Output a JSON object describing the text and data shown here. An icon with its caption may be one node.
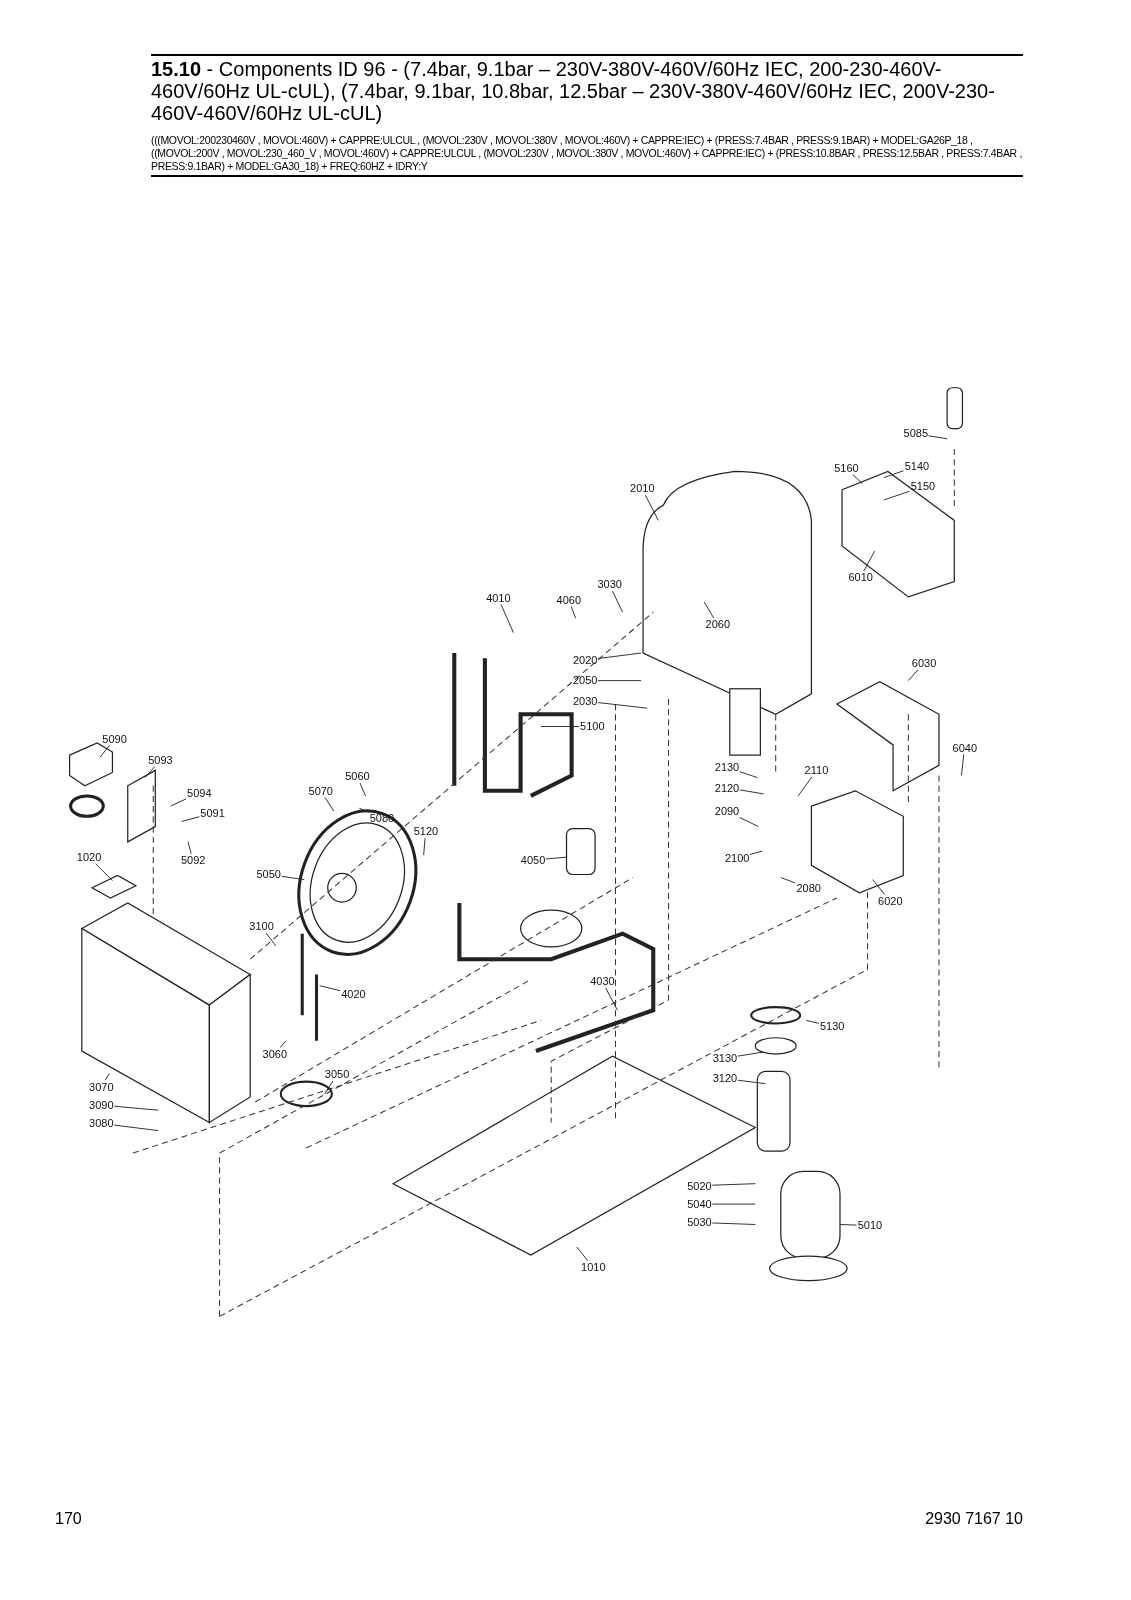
{
  "diagram": {
    "title": "**15.10** - Components ID 96 - (7.4bar, 9.1bar – 230V-380V-460V/60Hz IEC, 200-230-460V-460V/60Hz UL-cUL), (7.4bar, 9.1bar, 10.8bar, 12.5bar – 230V-380V-460V/60Hz IEC, 200V-230-460V-460V/60Hz UL-cUL)",
    "nodes": [
      {
        "text": [
          "5085"
        ]
      },
      {
        "text": [
          "5160"
        ]
      },
      {
        "text": [
          "5140"
        ]
      },
      {
        "text": [
          "5150"
        ]
      },
      {
        "text": [
          "2010"
        ]
      },
      {
        "text": [
          "6010"
        ]
      },
      {
        "text": [
          "3030"
        ]
      },
      {
        "text": [
          "4010"
        ]
      },
      {
        "text": [
          "4060"
        ]
      },
      {
        "text": [
          "2060"
        ]
      },
      {
        "text": [
          "2020"
        ]
      },
      {
        "text": [
          "2050"
        ]
      },
      {
        "text": [
          "2030"
        ]
      },
      {
        "text": [
          "6030"
        ]
      },
      {
        "text": [
          "5100"
        ]
      },
      {
        "text": [
          "5090"
        ]
      },
      {
        "text": [
          "5093"
        ]
      },
      {
        "text": [
          "6040"
        ]
      },
      {
        "text": [
          "5060"
        ]
      },
      {
        "text": [
          "5070"
        ]
      },
      {
        "text": [
          "2130"
        ]
      },
      {
        "text": [
          "2110"
        ]
      },
      {
        "text": [
          "5094"
        ]
      },
      {
        "text": [
          "2120"
        ]
      },
      {
        "text": [
          "5080"
        ]
      },
      {
        "text": [
          "2090"
        ]
      },
      {
        "text": [
          "5091"
        ]
      },
      {
        "text": [
          "5120"
        ]
      },
      {
        "text": [
          "1020"
        ]
      },
      {
        "text": [
          "5092"
        ]
      },
      {
        "text": [
          "2100"
        ]
      },
      {
        "text": [
          "4050"
        ]
      },
      {
        "text": [
          "5050"
        ]
      },
      {
        "text": [
          "2080"
        ]
      },
      {
        "text": [
          "6020"
        ]
      },
      {
        "text": [
          "3100"
        ]
      },
      {
        "text": [
          "4030"
        ]
      },
      {
        "text": [
          "4020"
        ]
      },
      {
        "text": [
          "5130"
        ]
      },
      {
        "text": [
          "3060"
        ]
      },
      {
        "text": [
          "3130"
        ]
      },
      {
        "text": [
          "3120"
        ]
      },
      {
        "text": [
          "3050"
        ]
      },
      {
        "text": [
          "3070"
        ]
      },
      {
        "text": [
          "3090"
        ]
      },
      {
        "text": [
          "3080"
        ]
      },
      {
        "text": [
          "5020"
        ]
      },
      {
        "text": [
          "5040"
        ]
      },
      {
        "text": [
          "5030"
        ]
      },
      {
        "text": [
          "5010"
        ]
      },
      {
        "text": [
          "1010"
        ]
      }
    ],
    "edges": [
      {
        "from": 0,
        "to": null,
        "arrow": "none"
      },
      {
        "from": 1,
        "to": null,
        "arrow": "none"
      },
      {
        "from": 2,
        "to": null,
        "arrow": "none"
      },
      {
        "from": 3,
        "to": null,
        "arrow": "none"
      },
      {
        "from": 4,
        "to": null,
        "arrow": "none"
      },
      {
        "from": 5,
        "to": null,
        "arrow": "none"
      },
      {
        "from": 6,
        "to": null,
        "arrow": "none"
      },
      {
        "from": 7,
        "to": null,
        "arrow": "none"
      },
      {
        "from": 8,
        "to": null,
        "arrow": "none"
      },
      {
        "from": 9,
        "to": null,
        "arrow": "none"
      },
      {
        "from": 10,
        "to": null,
        "arrow": "none"
      },
      {
        "from": 11,
        "to": null,
        "arrow": "none"
      },
      {
        "from": 12,
        "to": null,
        "arrow": "none"
      },
      {
        "from": 13,
        "to": null,
        "arrow": "none"
      },
      {
        "from": 14,
        "to": null,
        "arrow": "none"
      },
      {
        "from": 15,
        "to": null,
        "arrow": "none"
      },
      {
        "from": 16,
        "to": null,
        "arrow": "none"
      },
      {
        "from": 17,
        "to": null,
        "arrow": "none"
      },
      {
        "from": 18,
        "to": null,
        "arrow": "none"
      },
      {
        "from": 19,
        "to": null,
        "arrow": "none"
      },
      {
        "from": 20,
        "to": null,
        "arrow": "none"
      },
      {
        "from": 21,
        "to": null,
        "arrow": "none"
      },
      {
        "from": 22,
        "to": null,
        "arrow": "none"
      },
      {
        "from": 23,
        "to": null,
        "arrow": "none"
      },
      {
        "from": 24,
        "to": null,
        "arrow": "none"
      },
      {
        "from": 25,
        "to": null,
        "arrow": "none"
      },
      {
        "from": 26,
        "to": null,
        "arrow": "none"
      },
      {
        "from": 27,
        "to": null,
        "arrow": "none"
      },
      {
        "from": 28,
        "to": null,
        "arrow": "none"
      },
      {
        "from": 29,
        "to": null,
        "arrow": "none"
      },
      {
        "from": 30,
        "to": null,
        "arrow": "none"
      },
      {
        "from": 31,
        "to": null,
        "arrow": "none"
      },
      {
        "from": 32,
        "to": null,
        "arrow": "none"
      },
      {
        "from": 33,
        "to": null,
        "arrow": "none"
      },
      {
        "from": 34,
        "to": null,
        "arrow": "none"
      },
      {
        "from": 35,
        "to": null,
        "arrow": "none"
      },
      {
        "from": 36,
        "to": null,
        "arrow": "none"
      },
      {
        "from": 37,
        "to": null,
        "arrow": "none"
      },
      {
        "from": 38,
        "to": null,
        "arrow": "none"
      },
      {
        "from": 39,
        "to": null,
        "arrow": "none"
      },
      {
        "from": 40,
        "to": null,
        "arrow": "none"
      },
      {
        "from": 41,
        "to": null,
        "arrow": "none"
      },
      {
        "from": 42,
        "to": null,
        "arrow": "none"
      },
      {
        "from": 43,
        "to": null,
        "arrow": "none"
      },
      {
        "from": 44,
        "to": null,
        "arrow": "none"
      },
      {
        "from": 45,
        "to": null,
        "arrow": "none"
      },
      {
        "from": 46,
        "to": null,
        "arrow": "none"
      },
      {
        "from": 47,
        "to": null,
        "arrow": "none"
      },
      {
        "from": 48,
        "to": null,
        "arrow": "none"
      },
      {
        "from": 49,
        "to": null,
        "arrow": "none"
      },
      {
        "from": 50,
        "to": null,
        "arrow": "none"
      }
    ],
    "labels": [
      "(((MOVOL:200230460V , MOVOL:460V) + CAPPRE:ULCUL , (MOVOL:230V , MOVOL:380V , MOVOL:460V) + CAPPRE:IEC) + (PRESS:7.4BAR , PRESS:9.1BAR) + MODEL:GA26P_18 , ((MOVOL:200V , MOVOL:230_460_V , MOVOL:460V) + CAPPRE:ULCUL , (MOVOL:230V , MOVOL:380V , MOVOL:460V) + CAPPRE:IEC) + (PRESS:10.8BAR , PRESS:12.5BAR , PRESS:7.4BAR , PRESS:9.1BAR) + MODEL:GA30_18) + FREQ:60HZ + IDRY:Y",
      "170",
      "2930 7167 10"
    ]
  }
}
